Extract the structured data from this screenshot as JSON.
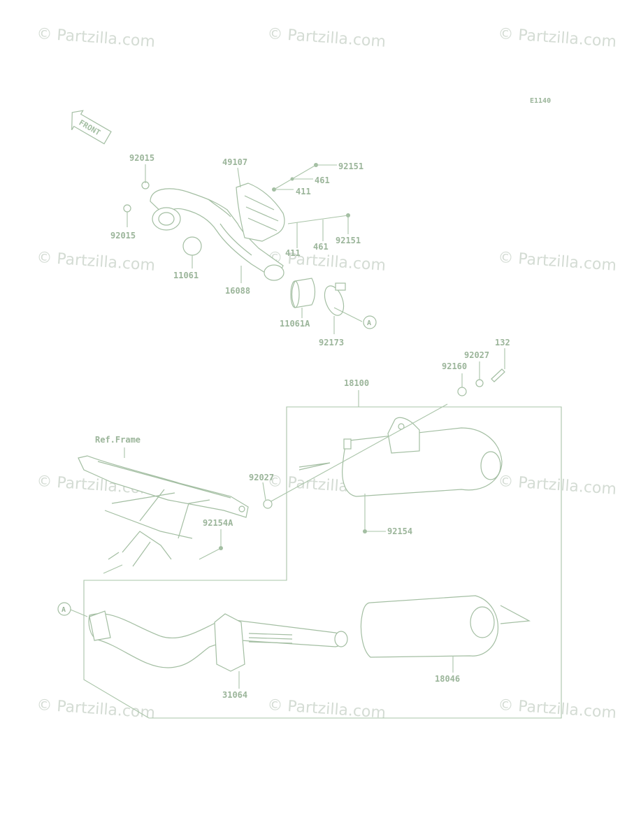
{
  "diagram_code": "E1140",
  "front_label": "FRONT",
  "ref_frame": "Ref.Frame",
  "watermark": "© Partzilla.com",
  "callout_letter": "A",
  "parts": {
    "p92015_top": "92015",
    "p92015_bot": "92015",
    "p49107": "49107",
    "p92151_top": "92151",
    "p461_top": "461",
    "p411_top": "411",
    "p411_bot": "411",
    "p461_bot": "461",
    "p92151_bot": "92151",
    "p11061": "11061",
    "p16088": "16088",
    "p11061A": "11061A",
    "p92173": "92173",
    "p132": "132",
    "p92027_top": "92027",
    "p92160": "92160",
    "p18100": "18100",
    "p92027_mid": "92027",
    "p92154": "92154",
    "p92154A": "92154A",
    "p18046": "18046",
    "p31064": "31064"
  }
}
